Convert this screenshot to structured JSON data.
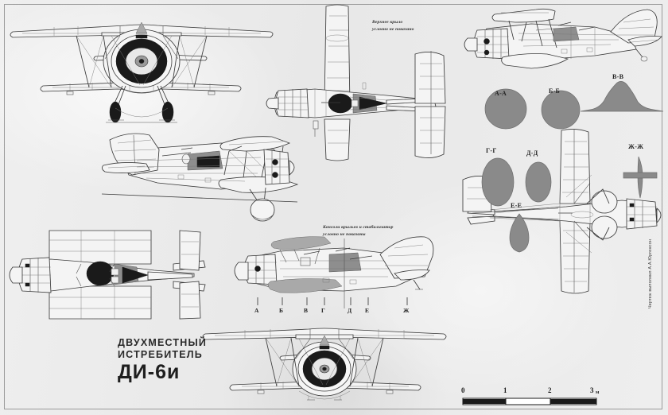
{
  "sheet": {
    "background_color": "#ebebeb",
    "frame_color": "#9a9a9a"
  },
  "title_block": {
    "line1": "ДВУХМЕСТНЫЙ",
    "line2": "ИСТРЕБИТЕЛЬ",
    "designation": "ДИ-6и"
  },
  "credit": "Чертеж выполнил А.А.Юргенсон",
  "notes": [
    {
      "id": "upper-wing-note",
      "line1": "Верхнее крыло",
      "line2": "условно не показано"
    },
    {
      "id": "wing-console-note",
      "line1": "Консоли крыльев и стабилизатор",
      "line2": "условно не показаны"
    }
  ],
  "scale_bar": {
    "ticks": [
      "0",
      "1",
      "2",
      "3"
    ],
    "unit": "м"
  },
  "section_markers": [
    "А",
    "Б",
    "В",
    "Г",
    "Д",
    "Е",
    "Ж"
  ],
  "cross_sections": [
    {
      "label": "А-А",
      "shape": "circle"
    },
    {
      "label": "Б-Б",
      "shape": "circle"
    },
    {
      "label": "В-В",
      "shape": "canopy-hump"
    },
    {
      "label": "Г-Г",
      "shape": "ellipse"
    },
    {
      "label": "Д-Д",
      "shape": "ellipse"
    },
    {
      "label": "Е-Е",
      "shape": "teardrop"
    },
    {
      "label": "Ж-Ж",
      "shape": "cross-strut"
    }
  ],
  "views": [
    {
      "id": "front-view",
      "name": "front elevation"
    },
    {
      "id": "top-plan-view",
      "name": "upper plan view"
    },
    {
      "id": "side-view-right",
      "name": "starboard side profile"
    },
    {
      "id": "side-view-left",
      "name": "port side profile"
    },
    {
      "id": "side-view-lower",
      "name": "lower side profile with section marks"
    },
    {
      "id": "bottom-plan-view",
      "name": "lower plan view"
    },
    {
      "id": "rear-view",
      "name": "rear elevation"
    },
    {
      "id": "plan-view-right",
      "name": "right plan view"
    }
  ]
}
